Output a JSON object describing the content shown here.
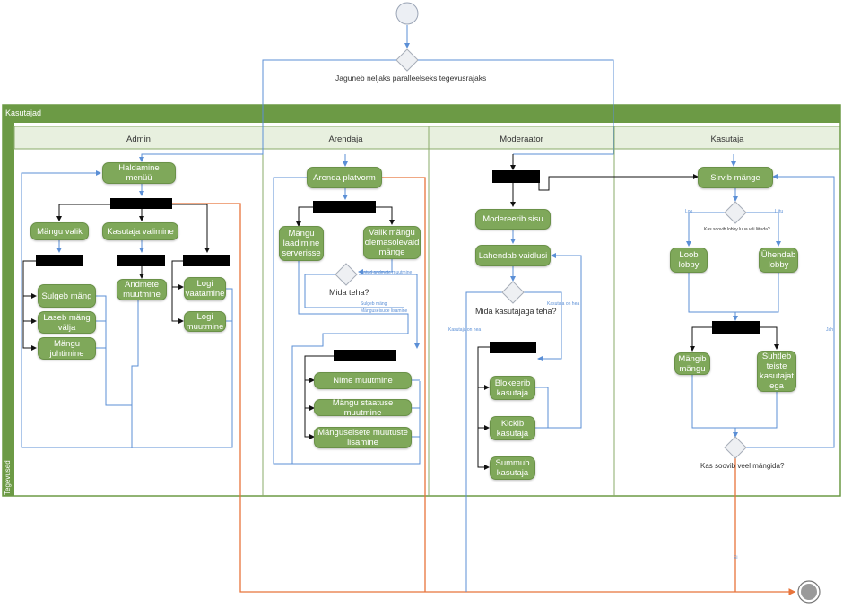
{
  "diagram": {
    "split_label": "Jaguneb neljaks paralleelseks tegevusrajaks",
    "pool_title": "Kasutajad",
    "side_label": "Tegevused",
    "lanes": [
      "Admin",
      "Arendaja",
      "Moderaator",
      "Kasutaja"
    ],
    "admin": {
      "menu": "Haldamine menüü",
      "game_choice": "Mängu valik",
      "user_choice": "Kasutaja valimine",
      "close_game": "Sulgeb mäng",
      "kick_game": "Laseb mäng välja",
      "manage_game": "Mängu juhtimine",
      "data_change": "Andmete muutmine",
      "log_view": "Logi vaatamine",
      "log_change": "Logi muutmine"
    },
    "dev": {
      "develop": "Arenda platvorm",
      "upload": "Mängu laadimine serverisse",
      "select_existing": "Valik mängu olemasolevaid mänge",
      "question": "Mida teha?",
      "hint_changes": "Antud andmete muutmine",
      "hint_close": "Sulgeb mäng",
      "hint_parallel": "Mänguseisude lisamine",
      "name_change": "Nime muutmine",
      "status_change": "Mängu staatuse muutmine",
      "settings_add": "Mänguseisete muutuste lisamine"
    },
    "mod": {
      "moderate": "Modereerib sisu",
      "resolve": "Lahendab vaidlusi",
      "question": "Mida kasutajaga teha?",
      "hint_left": "Kasutaja on hea",
      "hint_right": "Kasutaja on hea",
      "block": "Blokeerib kasutaja",
      "kick": "Kickib kasutaja",
      "mute": "Summub kasutaja"
    },
    "user": {
      "browse": "Sirvib mänge",
      "lobby_question": "Kas soovib lobby luua või liituda?",
      "hint_create": "Loo",
      "hint_join": "Liitu",
      "create_lobby": "Loob lobby",
      "join_lobby": "Ühendab lobby",
      "play": "Mängib mängu",
      "communicate": "Suhtleb teiste kasutajat ega",
      "again_question": "Kas soovib veel mängida?",
      "hint_yes": "Jah",
      "hint_no": "Ei"
    },
    "colors": {
      "node": "#7fa85a",
      "pool": "#6c9a45",
      "lane_header": "#e8f0df",
      "blue_flow": "#5b8fd6",
      "orange_flow": "#e8743b"
    }
  }
}
